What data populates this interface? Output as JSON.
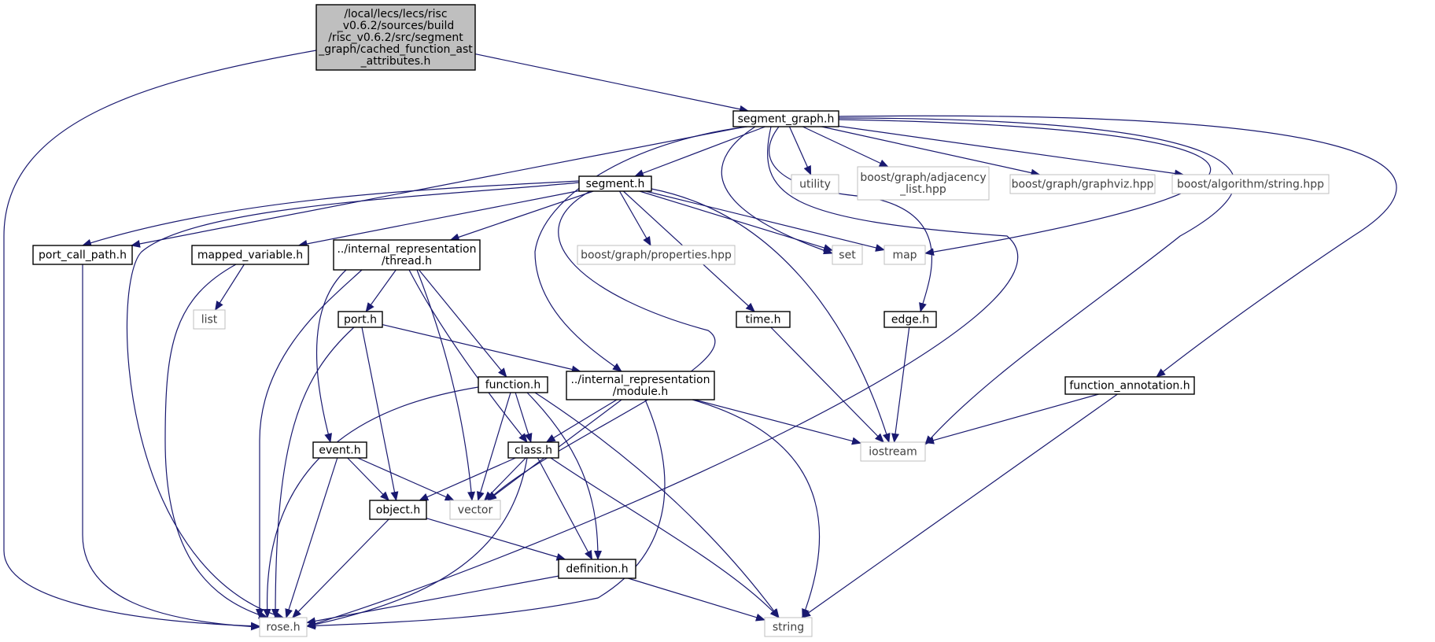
{
  "colors": {
    "edge": "#191970",
    "root_fill": "#bfbfbf",
    "internal_stroke": "#000000",
    "external_stroke": "#bfbfbf",
    "external_text": "#404040",
    "background": "#ffffff"
  },
  "nodes": [
    {
      "id": "root",
      "kind": "root",
      "lines": [
        "/local/lecs/lecs/risc",
        "_v0.6.2/sources/build",
        "/risc_v0.6.2/src/segment",
        "_graph/cached_function_ast",
        "_attributes.h"
      ]
    },
    {
      "id": "segment_graph",
      "kind": "internal",
      "lines": [
        "segment_graph.h"
      ]
    },
    {
      "id": "segment",
      "kind": "internal",
      "lines": [
        "segment.h"
      ]
    },
    {
      "id": "utility",
      "kind": "external",
      "lines": [
        "utility"
      ]
    },
    {
      "id": "adjacency",
      "kind": "external",
      "lines": [
        "boost/graph/adjacency",
        "_list.hpp"
      ]
    },
    {
      "id": "graphviz",
      "kind": "external",
      "lines": [
        "boost/graph/graphviz.hpp"
      ]
    },
    {
      "id": "algstring",
      "kind": "external",
      "lines": [
        "boost/algorithm/string.hpp"
      ]
    },
    {
      "id": "port_call_path",
      "kind": "internal",
      "lines": [
        "port_call_path.h"
      ]
    },
    {
      "id": "mapped_variable",
      "kind": "internal",
      "lines": [
        "mapped_variable.h"
      ]
    },
    {
      "id": "thread",
      "kind": "internal",
      "lines": [
        "../internal_representation",
        "/thread.h"
      ]
    },
    {
      "id": "properties",
      "kind": "external",
      "lines": [
        "boost/graph/properties.hpp"
      ]
    },
    {
      "id": "set",
      "kind": "external",
      "lines": [
        "set"
      ]
    },
    {
      "id": "map",
      "kind": "external",
      "lines": [
        "map"
      ]
    },
    {
      "id": "list",
      "kind": "external",
      "lines": [
        "list"
      ]
    },
    {
      "id": "port",
      "kind": "internal",
      "lines": [
        "port.h"
      ]
    },
    {
      "id": "time",
      "kind": "internal",
      "lines": [
        "time.h"
      ]
    },
    {
      "id": "edge",
      "kind": "internal",
      "lines": [
        "edge.h"
      ]
    },
    {
      "id": "function",
      "kind": "internal",
      "lines": [
        "function.h"
      ]
    },
    {
      "id": "module",
      "kind": "internal",
      "lines": [
        "../internal_representation",
        "/module.h"
      ]
    },
    {
      "id": "function_annotation",
      "kind": "internal",
      "lines": [
        "function_annotation.h"
      ]
    },
    {
      "id": "event",
      "kind": "internal",
      "lines": [
        "event.h"
      ]
    },
    {
      "id": "class",
      "kind": "internal",
      "lines": [
        "class.h"
      ]
    },
    {
      "id": "iostream",
      "kind": "external",
      "lines": [
        "iostream"
      ]
    },
    {
      "id": "object",
      "kind": "internal",
      "lines": [
        "object.h"
      ]
    },
    {
      "id": "vector",
      "kind": "external",
      "lines": [
        "vector"
      ]
    },
    {
      "id": "definition",
      "kind": "internal",
      "lines": [
        "definition.h"
      ]
    },
    {
      "id": "rose",
      "kind": "external",
      "lines": [
        "rose.h"
      ]
    },
    {
      "id": "string",
      "kind": "external",
      "lines": [
        "string"
      ]
    }
  ],
  "edges": [
    [
      "root",
      "rose"
    ],
    [
      "root",
      "segment_graph"
    ],
    [
      "segment_graph",
      "segment"
    ],
    [
      "segment_graph",
      "utility"
    ],
    [
      "segment_graph",
      "adjacency"
    ],
    [
      "segment_graph",
      "graphviz"
    ],
    [
      "segment_graph",
      "algstring"
    ],
    [
      "segment_graph",
      "port_call_path"
    ],
    [
      "segment_graph",
      "module"
    ],
    [
      "segment_graph",
      "set"
    ],
    [
      "segment_graph",
      "rose"
    ],
    [
      "segment_graph",
      "edge"
    ],
    [
      "segment_graph",
      "map"
    ],
    [
      "segment_graph",
      "iostream"
    ],
    [
      "segment_graph",
      "function_annotation"
    ],
    [
      "segment",
      "port_call_path"
    ],
    [
      "segment",
      "mapped_variable"
    ],
    [
      "segment",
      "thread"
    ],
    [
      "segment",
      "properties"
    ],
    [
      "segment",
      "set"
    ],
    [
      "segment",
      "map"
    ],
    [
      "segment",
      "time"
    ],
    [
      "segment",
      "iostream"
    ],
    [
      "segment",
      "vector"
    ],
    [
      "segment",
      "rose"
    ],
    [
      "port_call_path",
      "rose"
    ],
    [
      "mapped_variable",
      "list"
    ],
    [
      "mapped_variable",
      "rose"
    ],
    [
      "thread",
      "port"
    ],
    [
      "thread",
      "function"
    ],
    [
      "thread",
      "event"
    ],
    [
      "thread",
      "class"
    ],
    [
      "thread",
      "vector"
    ],
    [
      "thread",
      "rose"
    ],
    [
      "port",
      "module"
    ],
    [
      "port",
      "object"
    ],
    [
      "port",
      "rose"
    ],
    [
      "time",
      "iostream"
    ],
    [
      "edge",
      "iostream"
    ],
    [
      "function",
      "class"
    ],
    [
      "function",
      "vector"
    ],
    [
      "function",
      "definition"
    ],
    [
      "function",
      "string"
    ],
    [
      "function",
      "rose"
    ],
    [
      "module",
      "class"
    ],
    [
      "module",
      "vector"
    ],
    [
      "module",
      "iostream"
    ],
    [
      "module",
      "string"
    ],
    [
      "module",
      "rose"
    ],
    [
      "function_annotation",
      "iostream"
    ],
    [
      "function_annotation",
      "string"
    ],
    [
      "event",
      "object"
    ],
    [
      "event",
      "vector"
    ],
    [
      "event",
      "rose"
    ],
    [
      "class",
      "object"
    ],
    [
      "class",
      "vector"
    ],
    [
      "class",
      "definition"
    ],
    [
      "class",
      "string"
    ],
    [
      "class",
      "rose"
    ],
    [
      "object",
      "definition"
    ],
    [
      "object",
      "rose"
    ],
    [
      "definition",
      "rose"
    ],
    [
      "definition",
      "string"
    ]
  ]
}
